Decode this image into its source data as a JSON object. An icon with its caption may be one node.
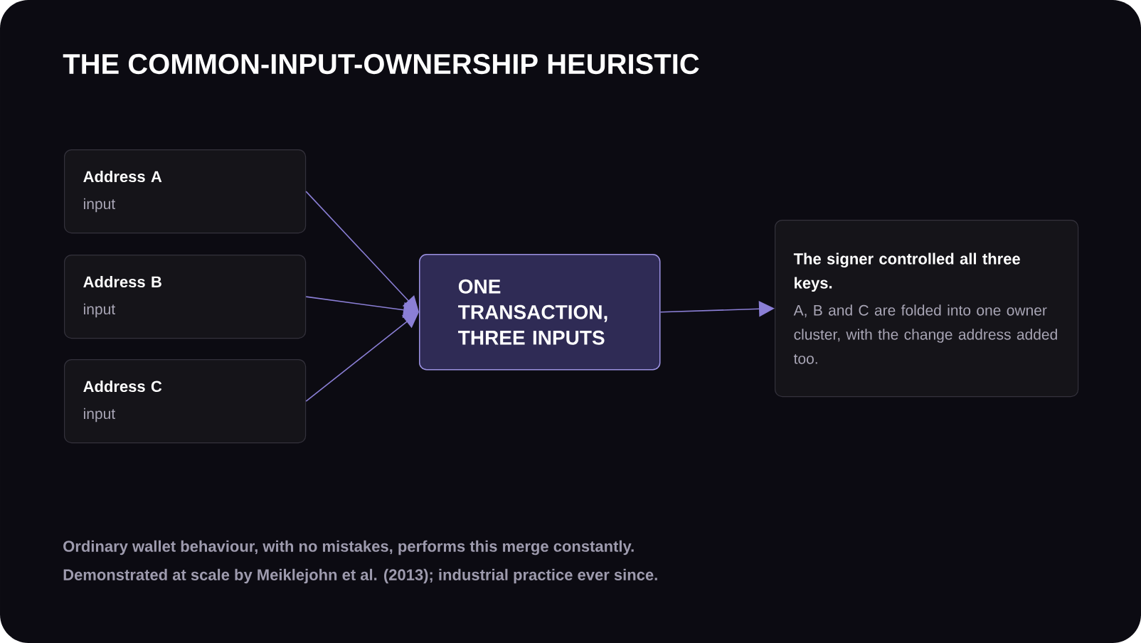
{
  "diagram": {
    "title": "THE COMMON-INPUT-OWNERSHIP HEURISTIC",
    "nodes": [
      {
        "text": [
          "Address A",
          "input"
        ]
      },
      {
        "text": [
          "Address B",
          "input"
        ]
      },
      {
        "text": [
          "Address C",
          "input"
        ]
      },
      {
        "text": [
          "ONE TRANSACTION, THREE INPUTS"
        ]
      },
      {
        "text": [
          "The signer controlled all three keys.",
          "A, B and C are folded into one owner cluster, with the change address added too."
        ]
      }
    ],
    "edges": [
      {
        "from": 0,
        "to": 3,
        "arrow": "to"
      },
      {
        "from": 1,
        "to": 3,
        "arrow": "to"
      },
      {
        "from": 2,
        "to": 3,
        "arrow": "to"
      },
      {
        "from": 3,
        "to": 4,
        "arrow": "to"
      }
    ],
    "labels": [
      "Ordinary wallet behaviour, with no mistakes, performs this merge constantly.",
      "Demonstrated at scale by Meiklejohn et al. (2013); industrial practice ever since."
    ]
  }
}
